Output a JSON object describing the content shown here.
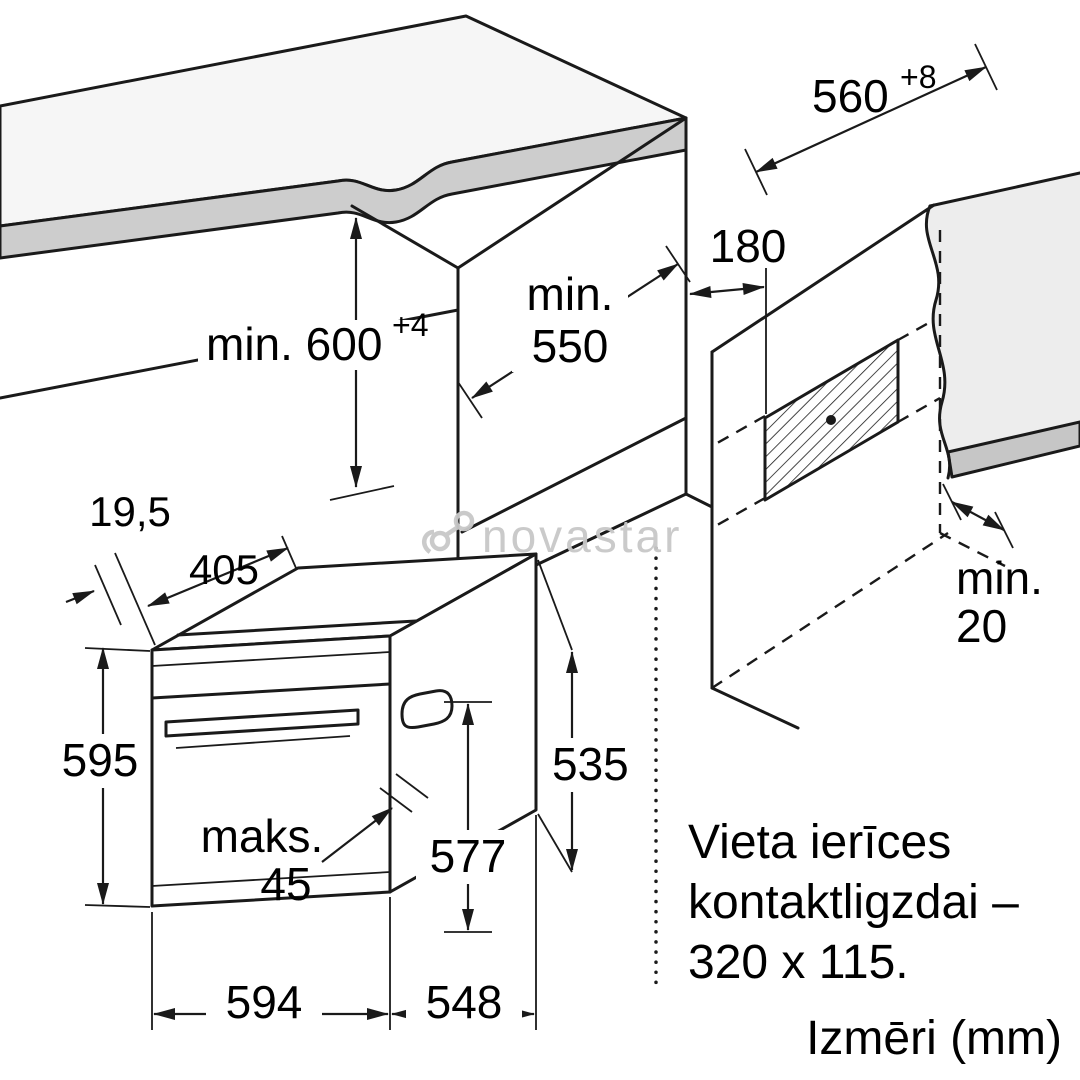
{
  "watermark": {
    "text": "novastar"
  },
  "footer": {
    "units": "Izmēri (mm)"
  },
  "note": {
    "l1": "Vieta ierīces",
    "l2": "kontaktligzdai –",
    "l3": "320 x 115."
  },
  "dims": {
    "niche_width": {
      "main": "560",
      "tol": "+8"
    },
    "niche_height": {
      "main": "min. 600",
      "tol": "+4"
    },
    "niche_depth": {
      "l1": "min.",
      "l2": "550"
    },
    "socket_offset": "180",
    "rear_gap": {
      "l1": "min.",
      "l2": "20"
    },
    "front_lip": "19,5",
    "panel_depth": "405",
    "oven_height": "595",
    "handle_max": {
      "l1": "maks.",
      "l2": "45"
    },
    "body_depth": "577",
    "rear_height": "535",
    "oven_width": "594",
    "body_width": "548"
  },
  "colors": {
    "line": "#1a1a1a",
    "surface": "#f2f2f2",
    "band": "#cdcdcd",
    "watermark": "#c8c8c8"
  }
}
